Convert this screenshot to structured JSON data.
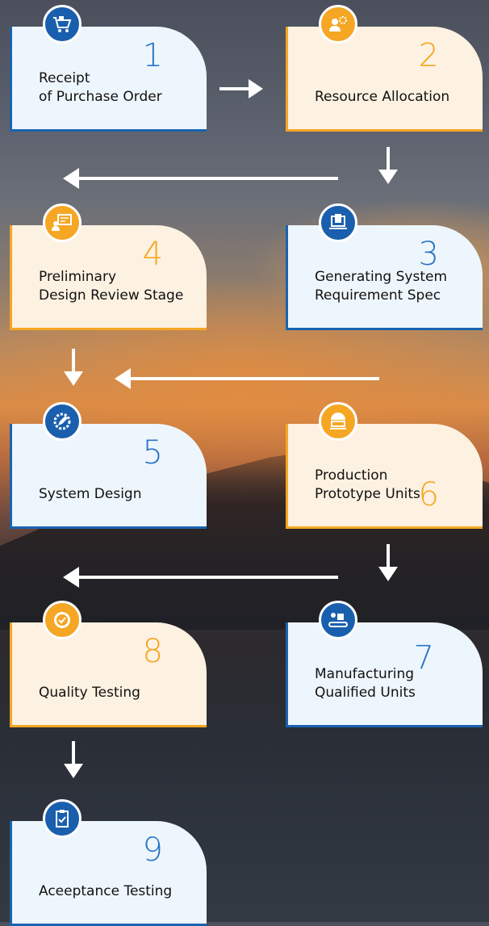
{
  "steps": [
    {
      "number": "1",
      "label": "Receipt\nof Purchase Order",
      "icon": "shopping-cart-icon",
      "theme": "blue"
    },
    {
      "number": "2",
      "label": "Resource Allocation",
      "icon": "user-gear-icon",
      "theme": "orange"
    },
    {
      "number": "3",
      "label": "Generating System\nRequirement Spec",
      "icon": "laptop-document-icon",
      "theme": "blue"
    },
    {
      "number": "4",
      "label": "Preliminary\nDesign Review Stage",
      "icon": "presentation-icon",
      "theme": "orange"
    },
    {
      "number": "5",
      "label": "System Design",
      "icon": "pencil-gear-icon",
      "theme": "blue"
    },
    {
      "number": "6",
      "label": "Production\nPrototype Units",
      "icon": "factory-robot-icon",
      "theme": "orange"
    },
    {
      "number": "7",
      "label": "Manufacturing\nQualified Units",
      "icon": "conveyor-box-icon",
      "theme": "blue"
    },
    {
      "number": "8",
      "label": "Quality Testing",
      "icon": "badge-check-icon",
      "theme": "orange"
    },
    {
      "number": "9",
      "label": "Aceeptance Testing",
      "icon": "clipboard-check-icon",
      "theme": "blue"
    }
  ],
  "colors": {
    "blue": "#1a63b0",
    "orange": "#f5a623",
    "blue_card": "#eef6fd",
    "orange_card": "#fdf1e1"
  }
}
